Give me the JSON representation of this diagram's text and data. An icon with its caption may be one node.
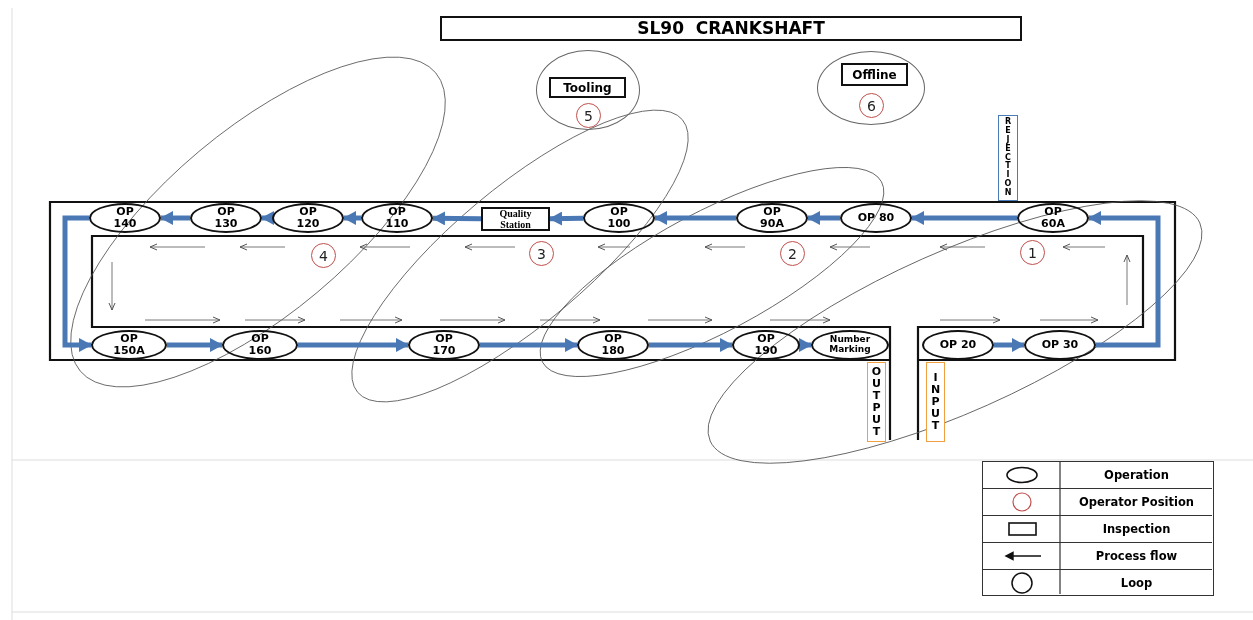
{
  "diagram": {
    "title": "SL90  CRANKSHAFT",
    "nodes": [
      {
        "text": [],
        "shape": "circle"
      },
      {
        "text": [
          "Tooling"
        ],
        "in": 0
      },
      {
        "text": [
          "5"
        ],
        "in": 0
      },
      {
        "text": [],
        "shape": "circle"
      },
      {
        "text": [
          "Offline"
        ],
        "in": 3
      },
      {
        "text": [
          "6"
        ],
        "in": 3
      },
      {
        "text": [
          "REJECTION"
        ]
      },
      {
        "text": [
          "OP 140"
        ]
      },
      {
        "text": [
          "OP 130"
        ]
      },
      {
        "text": [
          "OP 120"
        ]
      },
      {
        "text": [
          "OP 110"
        ]
      },
      {
        "text": [
          "Quality Station"
        ]
      },
      {
        "text": [
          "OP 100"
        ]
      },
      {
        "text": [
          "OP 90A"
        ]
      },
      {
        "text": [
          "OP 80"
        ]
      },
      {
        "text": [
          "OP 60A"
        ]
      },
      {
        "text": [
          "4"
        ]
      },
      {
        "text": [
          "3"
        ]
      },
      {
        "text": [
          "2"
        ]
      },
      {
        "text": [
          "1"
        ]
      },
      {
        "text": [
          "OP 150A"
        ]
      },
      {
        "text": [
          "OP 160"
        ]
      },
      {
        "text": [
          "OP 170"
        ]
      },
      {
        "text": [
          "OP 180"
        ]
      },
      {
        "text": [
          "OP 190"
        ]
      },
      {
        "text": [
          "Number Marking"
        ]
      },
      {
        "text": [
          "OP 20"
        ]
      },
      {
        "text": [
          "OP 30"
        ]
      },
      {
        "text": [
          "OUTPUT"
        ]
      },
      {
        "text": [
          "INPUT"
        ]
      }
    ],
    "edges": [
      {
        "from": 26,
        "to": 27,
        "arrow": "to"
      },
      {
        "from": 27,
        "to": 15,
        "arrow": "to"
      },
      {
        "from": 15,
        "to": 14,
        "arrow": "to"
      },
      {
        "from": 14,
        "to": 13,
        "arrow": "to"
      },
      {
        "from": 13,
        "to": 12,
        "arrow": "to"
      },
      {
        "from": 12,
        "to": 11,
        "arrow": "to"
      },
      {
        "from": 11,
        "to": 10,
        "arrow": "to"
      },
      {
        "from": 10,
        "to": 9,
        "arrow": "to"
      },
      {
        "from": 9,
        "to": 8,
        "arrow": "to"
      },
      {
        "from": 8,
        "to": 7,
        "arrow": "to"
      },
      {
        "from": 7,
        "to": 20,
        "arrow": "to"
      },
      {
        "from": 20,
        "to": 21,
        "arrow": "to"
      },
      {
        "from": 21,
        "to": 22,
        "arrow": "to"
      },
      {
        "from": 22,
        "to": 23,
        "arrow": "to"
      },
      {
        "from": 23,
        "to": 24,
        "arrow": "to"
      },
      {
        "from": 24,
        "to": 25,
        "arrow": "to"
      }
    ],
    "legend": [
      {
        "text": "Operation"
      },
      {
        "text": "Operator Position"
      },
      {
        "text": "Inspection"
      },
      {
        "text": "Process flow"
      },
      {
        "text": "Loop"
      }
    ]
  }
}
